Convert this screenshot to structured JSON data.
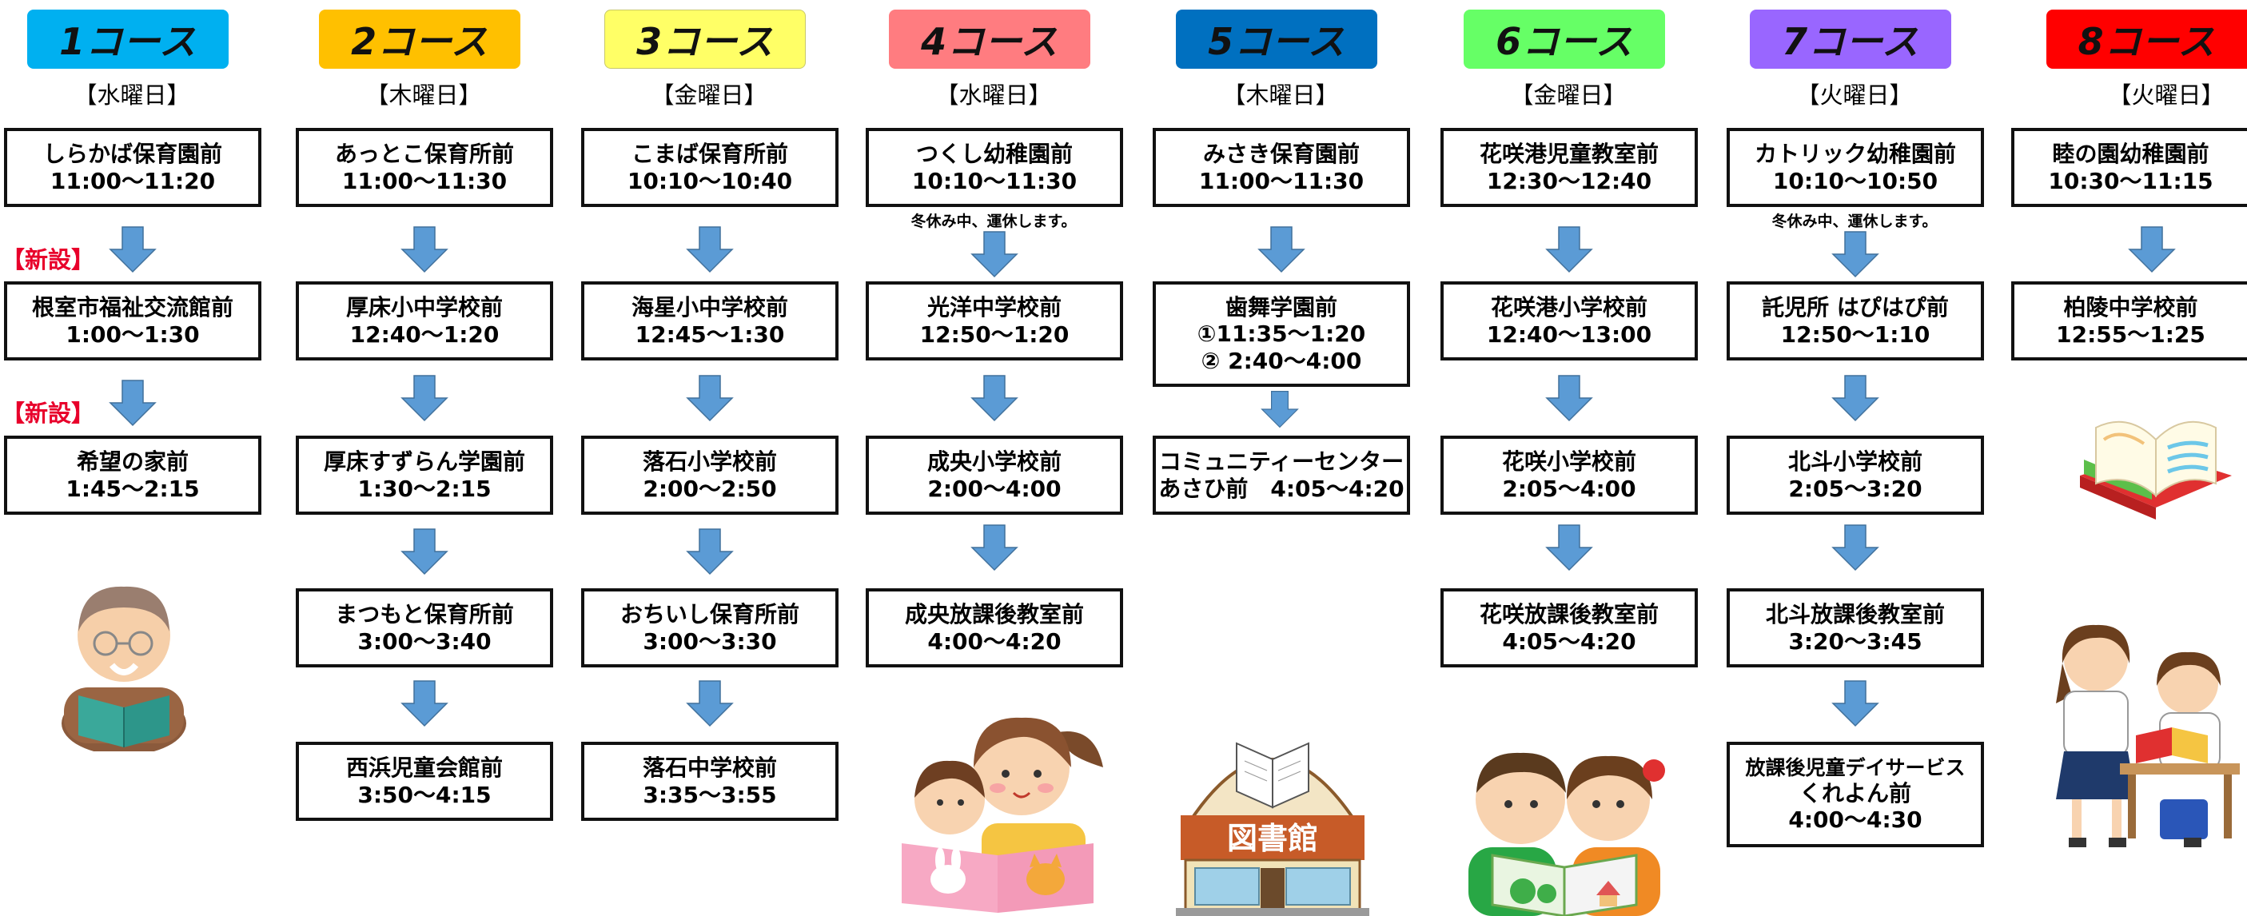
{
  "courses": [
    {
      "label": "1コース",
      "color": "#00b0f0",
      "day": "【水曜日】",
      "stops": [
        {
          "name": "しらかば保育園前",
          "time": "11:00〜11:20"
        },
        {
          "name": "根室市福祉交流館前",
          "time": "1:00〜1:30"
        },
        {
          "name": "希望の家前",
          "time": "1:45〜2:15"
        }
      ],
      "new_tag": "【新設】",
      "illustration": "elderly-reading-icon"
    },
    {
      "label": "2コース",
      "color": "#ffc000",
      "day": "【木曜日】",
      "stops": [
        {
          "name": "あっとこ保育所前",
          "time": "11:00〜11:30"
        },
        {
          "name": "厚床小中学校前",
          "time": "12:40〜1:20"
        },
        {
          "name": "厚床すずらん学園前",
          "time": "1:30〜2:15"
        },
        {
          "name": "まつもと保育所前",
          "time": "3:00〜3:40"
        },
        {
          "name": "西浜児童会館前",
          "time": "3:50〜4:15"
        }
      ]
    },
    {
      "label": "3コース",
      "color": "#ffff66",
      "day": "【金曜日】",
      "stops": [
        {
          "name": "こまば保育所前",
          "time": "10:10〜10:40"
        },
        {
          "name": "海星小中学校前",
          "time": "12:45〜1:30"
        },
        {
          "name": "落石小学校前",
          "time": "2:00〜2:50"
        },
        {
          "name": "おちいし保育所前",
          "time": "3:00〜3:30"
        },
        {
          "name": "落石中学校前",
          "time": "3:35〜3:55"
        }
      ]
    },
    {
      "label": "4コース",
      "color": "#ff7c80",
      "day": "【水曜日】",
      "stops": [
        {
          "name": "つくし幼稚園前",
          "time": "10:10〜11:30"
        },
        {
          "name": "光洋中学校前",
          "time": "12:50〜1:20"
        },
        {
          "name": "成央小学校前",
          "time": "2:00〜4:00"
        },
        {
          "name": "成央放課後教室前",
          "time": "4:00〜4:20"
        }
      ],
      "note": "冬休み中、運休します。",
      "illustration": "mother-child-reading-icon"
    },
    {
      "label": "5コース",
      "color": "#0070c0",
      "day": "【木曜日】",
      "stops": [
        {
          "name": "みさき保育園前",
          "time": "11:00〜11:30"
        },
        {
          "name": "歯舞学園前",
          "time1": "①11:35〜1:20",
          "time2": "② 2:40〜4:00"
        },
        {
          "name": "コミュニティーセンター",
          "name2": "あさひ前　4:05〜4:20"
        }
      ],
      "illustration": "library-building-icon",
      "library_text": "図書館"
    },
    {
      "label": "6コース",
      "color": "#66ff66",
      "day": "【金曜日】",
      "stops": [
        {
          "name": "花咲港児童教室前",
          "time": "12:30〜12:40"
        },
        {
          "name": "花咲港小学校前",
          "time": "12:40〜13:00"
        },
        {
          "name": "花咲小学校前",
          "time": "2:05〜4:00"
        },
        {
          "name": "花咲放課後教室前",
          "time": "4:05〜4:20"
        }
      ],
      "illustration": "children-reading-icon"
    },
    {
      "label": "7コース",
      "color": "#9966ff",
      "day": "【火曜日】",
      "stops": [
        {
          "name": "カトリック幼稚園前",
          "time": "10:10〜10:50"
        },
        {
          "name": "託児所 はぴはぴ前",
          "time": "12:50〜1:10"
        },
        {
          "name": "北斗小学校前",
          "time": "2:05〜3:20"
        },
        {
          "name": "北斗放課後教室前",
          "time": "3:20〜3:45"
        },
        {
          "name": "放課後児童デイサービス",
          "name2": "くれよん前",
          "time": "4:00〜4:30"
        }
      ],
      "note": "冬休み中、運休します。"
    },
    {
      "label": "8コース",
      "color": "#ff0000",
      "day": "【火曜日】",
      "stops": [
        {
          "name": "睦の園幼稚園前",
          "time": "10:30〜11:15"
        },
        {
          "name": "柏陵中学校前",
          "time": "12:55〜1:25"
        }
      ],
      "illustration": "open-book-icon",
      "illustration2": "students-reading-icon"
    }
  ]
}
